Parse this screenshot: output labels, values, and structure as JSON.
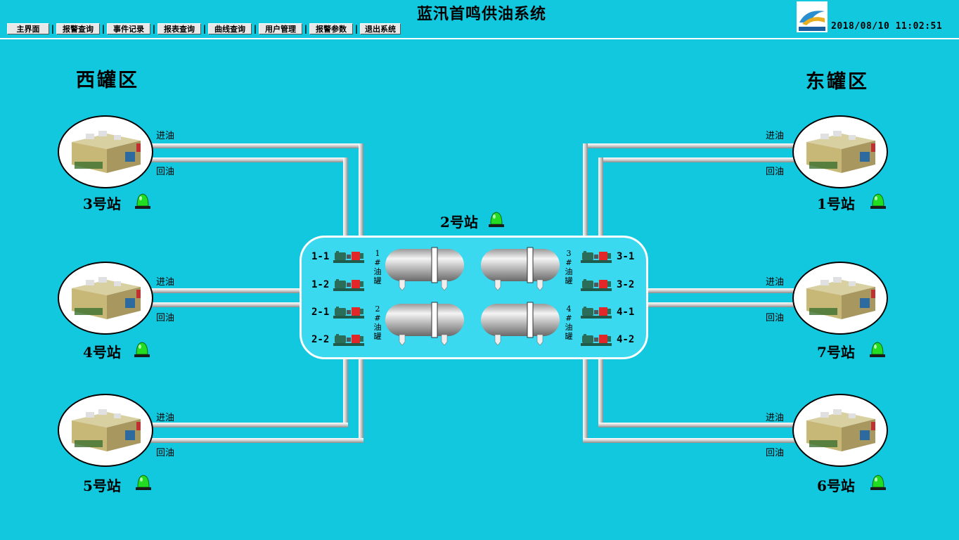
{
  "header": {
    "title": "蓝汛首鸣供油系统",
    "datetime": "2018/08/10  11:02:51",
    "logo_icon": "company-logo",
    "nav": [
      {
        "label": "主界面"
      },
      {
        "label": "报警查询"
      },
      {
        "label": "事件记录"
      },
      {
        "label": "报表查询"
      },
      {
        "label": "曲线查询"
      },
      {
        "label": "用户管理"
      },
      {
        "label": "报警参数"
      },
      {
        "label": "退出系统"
      }
    ],
    "separator": "|"
  },
  "zones": {
    "west": "西罐区",
    "east": "东罐区"
  },
  "pipe_labels": {
    "inlet": "进油",
    "return": "回油"
  },
  "stations": {
    "s3": {
      "label": "3号站",
      "status": "normal"
    },
    "s4": {
      "label": "4号站",
      "status": "normal"
    },
    "s5": {
      "label": "5号站",
      "status": "normal"
    },
    "s1": {
      "label": "1号站",
      "status": "normal"
    },
    "s7": {
      "label": "7号站",
      "status": "normal"
    },
    "s6": {
      "label": "6号站",
      "status": "normal"
    },
    "s2": {
      "label": "2号站",
      "status": "normal"
    }
  },
  "pumps": {
    "p11": "1-1",
    "p12": "1-2",
    "p21": "2-1",
    "p22": "2-2",
    "p31": "3-1",
    "p32": "3-2",
    "p41": "4-1",
    "p42": "4-2"
  },
  "tanks": {
    "t1": "1\n#\n油\n罐",
    "t2": "2\n#\n油\n罐",
    "t3": "3\n#\n油\n罐",
    "t4": "4\n#\n油\n罐"
  },
  "colors": {
    "background": "#12c8de",
    "panel": "#3ad9f0",
    "lamp_on": "#22dd22",
    "pipe": "#dcdcdc"
  }
}
